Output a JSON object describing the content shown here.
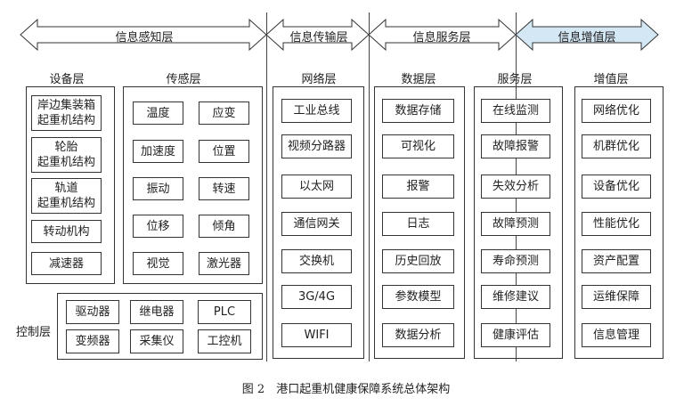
{
  "banners": [
    {
      "label": "信息感知层"
    },
    {
      "label": "信息传输层"
    },
    {
      "label": "信息服务层"
    },
    {
      "label": "信息增值层"
    }
  ],
  "colors": {
    "highlight_banner": "#d4e7f5",
    "stroke": "#333333"
  },
  "headers": {
    "device": "设备层",
    "sensor": "传感层",
    "network": "网络层",
    "data": "数据层",
    "service": "服务层",
    "value": "增值层"
  },
  "device_items": [
    {
      "line1": "岸边集装箱",
      "line2": "起重机结构"
    },
    {
      "line1": "轮胎",
      "line2": "起重机结构"
    },
    {
      "line1": "轨道",
      "line2": "起重机结构"
    },
    {
      "line1": "转动机构",
      "line2": ""
    },
    {
      "line1": "减速器",
      "line2": ""
    }
  ],
  "sensor_items": [
    "温度",
    "应变",
    "加速度",
    "位置",
    "振动",
    "转速",
    "位移",
    "倾角",
    "视觉",
    "激光器"
  ],
  "network_items": [
    "工业总线",
    "视频分路器",
    "以太网",
    "通信网关",
    "交换机",
    "3G/4G",
    "WIFI"
  ],
  "data_items": [
    "数据存储",
    "可视化",
    "报警",
    "日志",
    "历史回放",
    "参数模型",
    "数据分析"
  ],
  "service_items": [
    "在线监测",
    "故障报警",
    "失效分析",
    "故障预测",
    "寿命预测",
    "维修建议",
    "健康评估"
  ],
  "value_items": [
    "网络优化",
    "机群优化",
    "设备优化",
    "性能优化",
    "资产配置",
    "运维保障",
    "信息管理"
  ],
  "control": {
    "label": "控制层",
    "items": [
      "驱动器",
      "继电器",
      "PLC",
      "变频器",
      "采集仪",
      "工控机"
    ]
  },
  "caption": "图 2　港口起重机健康保障系统总体架构"
}
